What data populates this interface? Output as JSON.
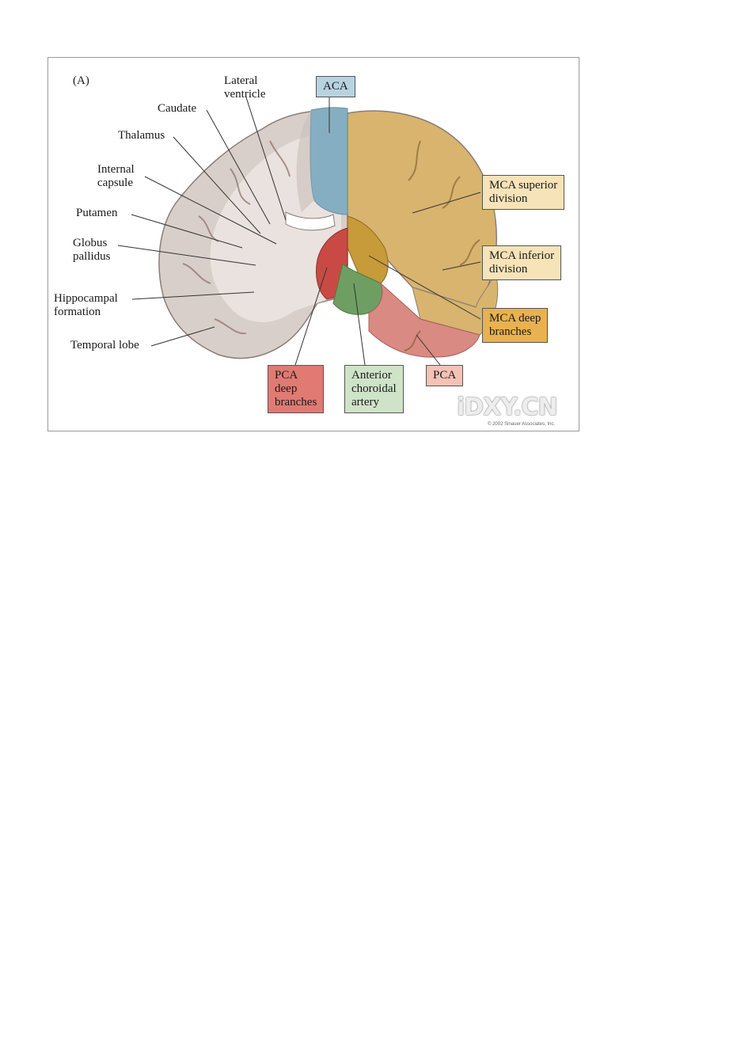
{
  "figure": {
    "panel_label": "(A)",
    "labels": {
      "lateral_ventricle": "Lateral\nventricle",
      "caudate": "Caudate",
      "thalamus": "Thalamus",
      "internal_capsule": "Internal\ncapsule",
      "putamen": "Putamen",
      "globus_pallidus": "Globus\npallidus",
      "hippocampal_formation": "Hippocampal\nformation",
      "temporal_lobe": "Temporal lobe"
    },
    "territories": {
      "aca": {
        "label": "ACA",
        "color": "#b7d3e0"
      },
      "mca_superior": {
        "label": "MCA superior\ndivision",
        "color": "#f7e3b8"
      },
      "mca_inferior": {
        "label": "MCA inferior\ndivision",
        "color": "#f7e3b8"
      },
      "mca_deep": {
        "label": "MCA deep\nbranches",
        "color": "#e7b24f"
      },
      "pca_deep": {
        "label": "PCA\ndeep\nbranches",
        "color": "#e07a73"
      },
      "anterior_choroidal": {
        "label": "Anterior\nchoroidal\nartery",
        "color": "#cfe3c8"
      },
      "pca": {
        "label": "PCA",
        "color": "#f4c2b6"
      }
    },
    "watermark": "iDXY.CN",
    "copyright": "© 2002 Sinauer Associates, Inc."
  },
  "colors": {
    "brain_tissue": "#d9cfca",
    "aca_region": "#86aec2",
    "mca_region": "#d8b46e",
    "mca_deep_region": "#c79a3a",
    "pca_deep_region": "#c94a44",
    "choroidal_region": "#6f9e62",
    "pca_region": "#d98a82"
  }
}
